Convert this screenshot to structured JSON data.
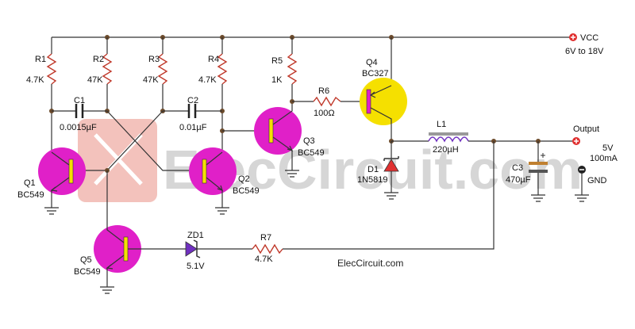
{
  "watermark": "ElecCircuit.com",
  "footer_site": "ElecCircuit.com",
  "supply": {
    "label": "VCC",
    "range": "6V to 18V"
  },
  "output": {
    "label": "Output",
    "voltage": "5V",
    "current": "100mA"
  },
  "gnd_label": "GND",
  "resistors": [
    {
      "ref": "R1",
      "value": "4.7K"
    },
    {
      "ref": "R2",
      "value": "47K"
    },
    {
      "ref": "R3",
      "value": "47K"
    },
    {
      "ref": "R4",
      "value": "4.7K"
    },
    {
      "ref": "R5",
      "value": "1K"
    },
    {
      "ref": "R6",
      "value": "100Ω"
    },
    {
      "ref": "R7",
      "value": "4.7K"
    }
  ],
  "capacitors": [
    {
      "ref": "C1",
      "value": "0.0015µF"
    },
    {
      "ref": "C2",
      "value": "0.01µF"
    },
    {
      "ref": "C3",
      "value": "470µF"
    }
  ],
  "transistors": [
    {
      "ref": "Q1",
      "type": "BC549"
    },
    {
      "ref": "Q2",
      "type": "BC549"
    },
    {
      "ref": "Q3",
      "type": "BC549"
    },
    {
      "ref": "Q4",
      "type": "BC327"
    },
    {
      "ref": "Q5",
      "type": "BC549"
    }
  ],
  "diodes": [
    {
      "ref": "D1",
      "type": "1N5819"
    },
    {
      "ref": "ZD1",
      "type": "5.1V"
    }
  ],
  "inductor": {
    "ref": "L1",
    "value": "220µH"
  },
  "colors": {
    "transistor": "#e020c8",
    "transistor_pnp": "#f5e000",
    "wire": "#333333",
    "resistor": "#c0392b",
    "watermark": "#d6d6d6"
  }
}
